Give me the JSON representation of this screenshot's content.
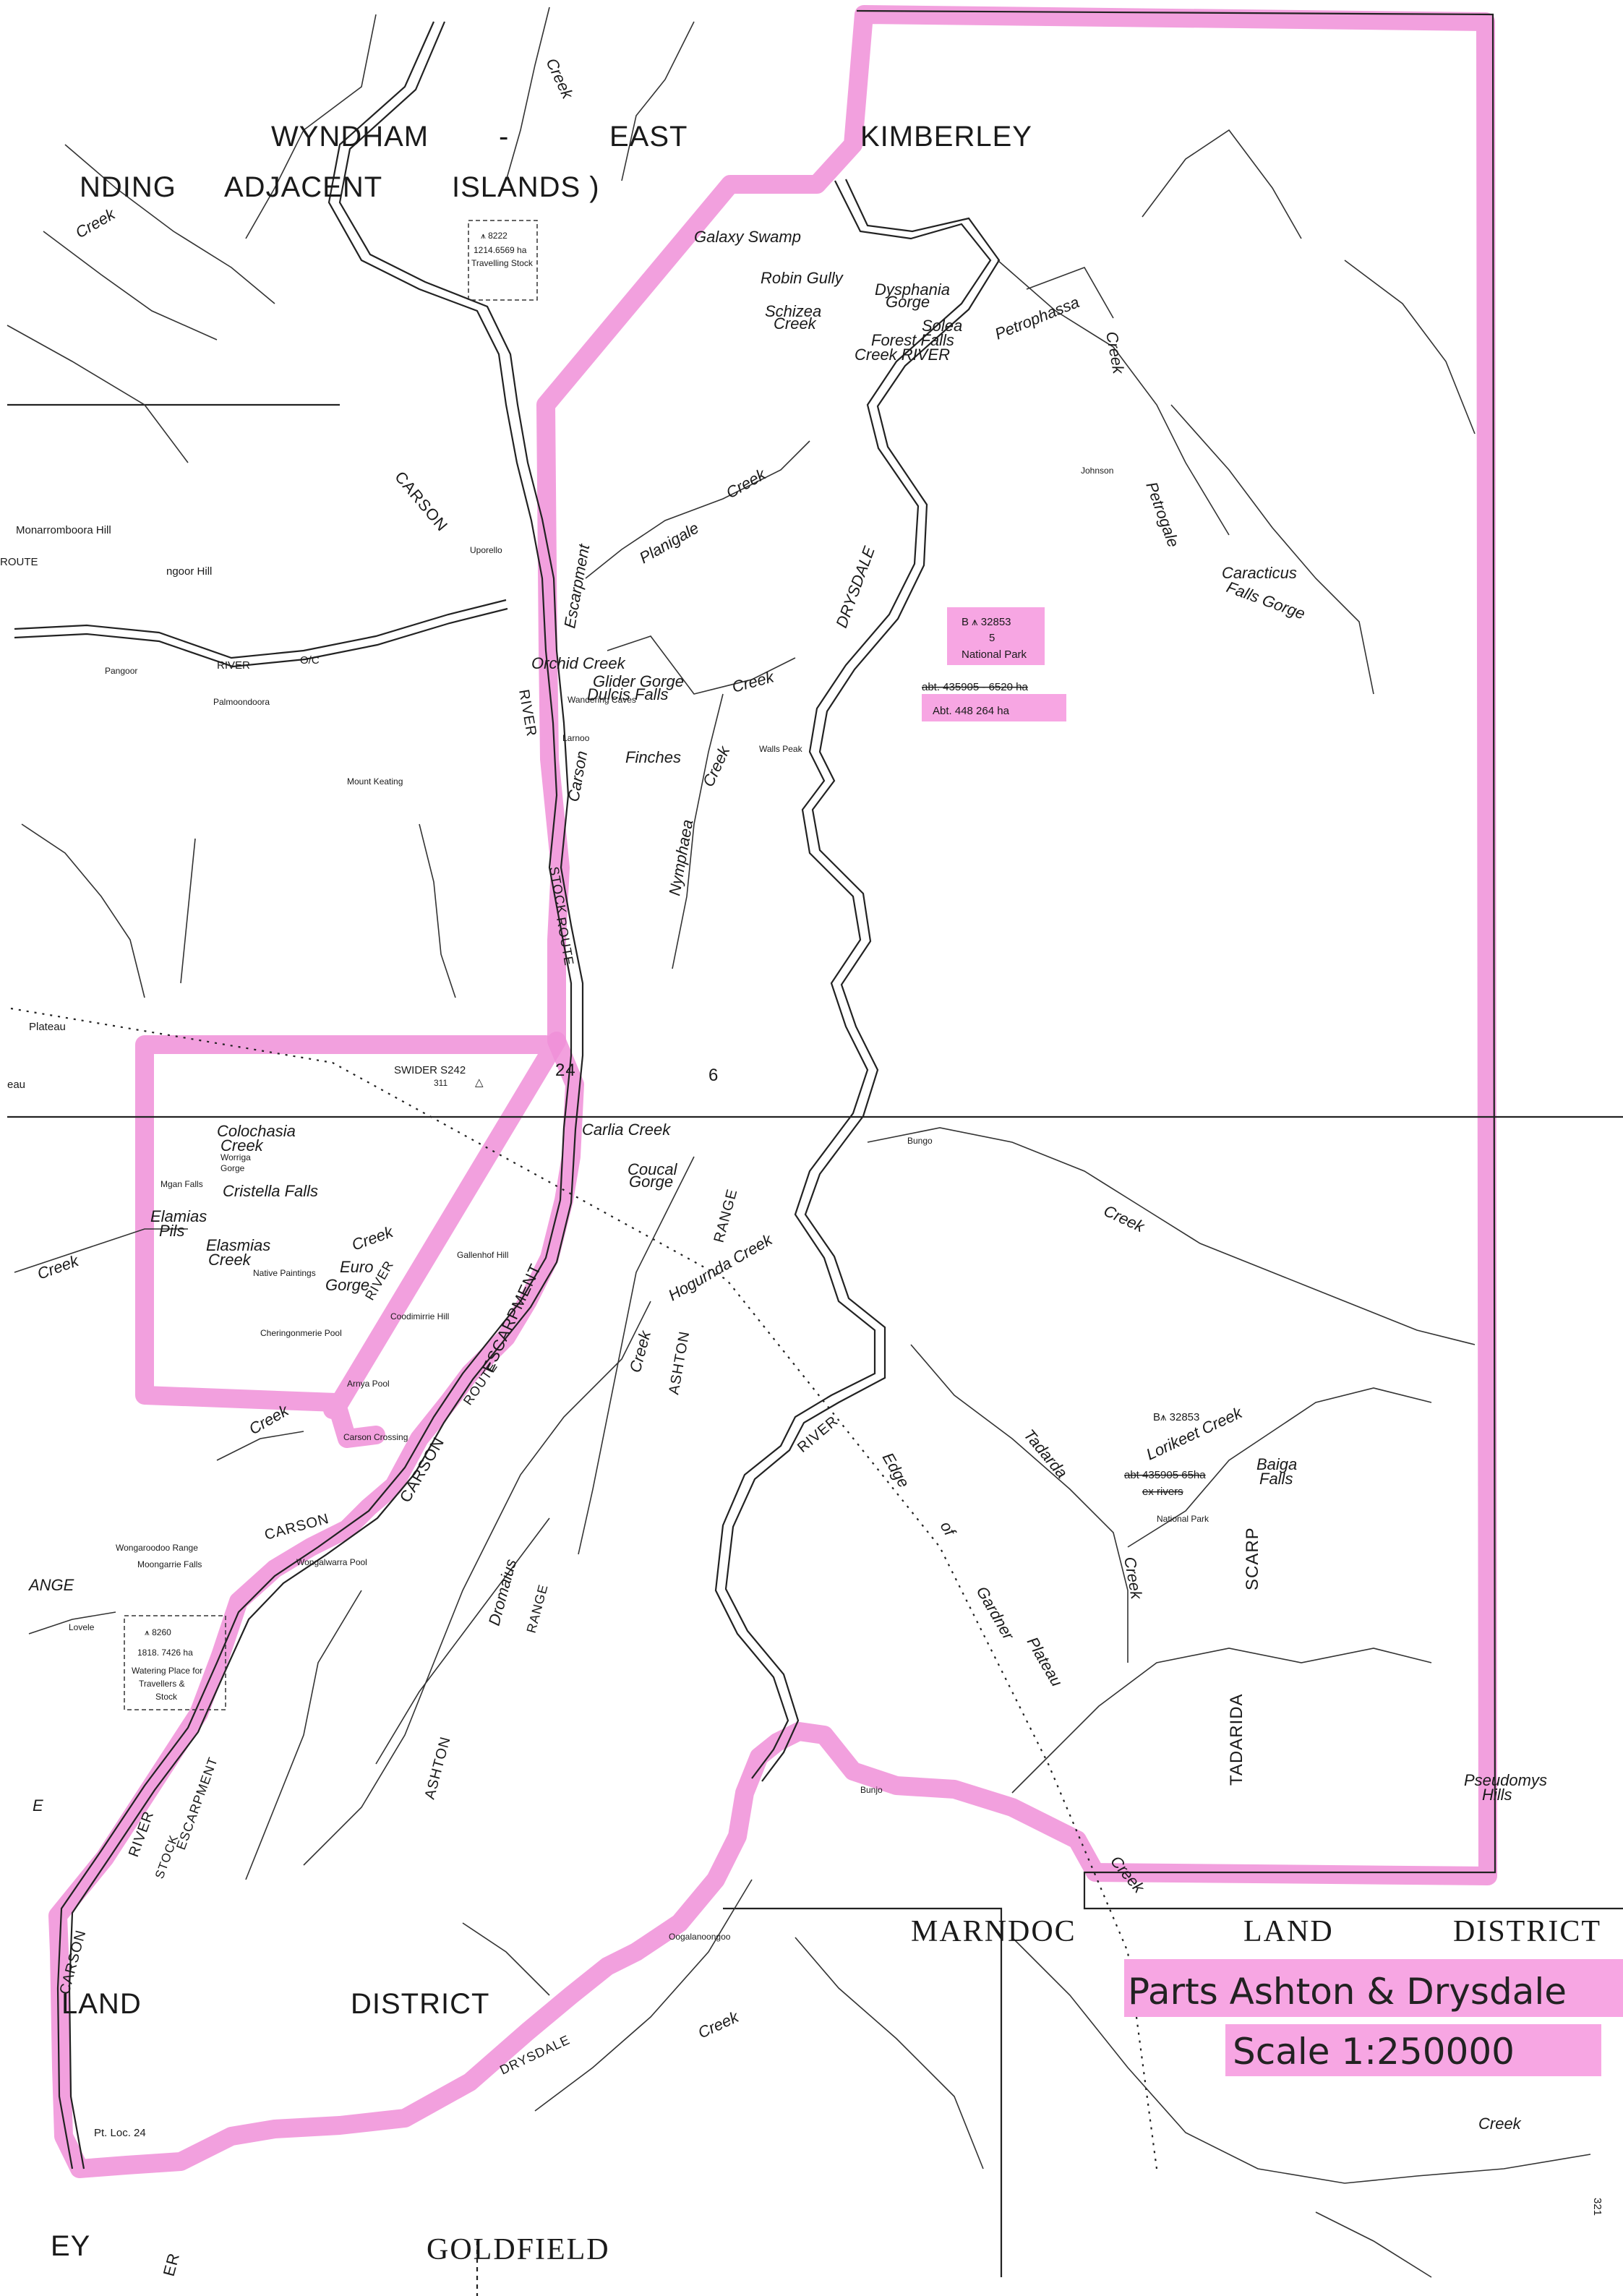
{
  "regions": {
    "wyndham": "WYNDHAM",
    "dash": "-",
    "east": "EAST",
    "kimberley": "KIMBERLEY",
    "nding": "NDING",
    "adjacent": "ADJACENT",
    "islands": "ISLANDS )",
    "marndoc": "MARNDOC",
    "land_right": "LAND",
    "district_right": "DISTRICT",
    "land_left": "LAND",
    "district_left": "DISTRICT",
    "ey": "EY",
    "goldfield": "GOLDFIELD",
    "ange": "ANGE",
    "e": "E",
    "eau": "eau",
    "plateau": "Plateau"
  },
  "reserves": {
    "r8222_id": "⩚ 8222",
    "r8222_area": "1214.6569 ha",
    "r8222_purpose": "Travelling Stock",
    "np_top_id": "B ⩚ 32853",
    "np_top_num": "5",
    "np_top_type": "National Park",
    "np_top_old": "abt. 435905 - 6520 ha",
    "np_top_new": "Abt. 448 264 ha",
    "np_bottom_id": "B⩚ 32853",
    "np_bottom_old1": "abt 435905 65ha",
    "np_bottom_old2": "ex rivers",
    "np_bottom_type": "National Park",
    "r8260_id": "⩚ 8260",
    "r8260_area": "1818. 7426 ha",
    "r8260_purpose1": "Watering Place for",
    "r8260_purpose2": "Travellers &",
    "r8260_purpose3": "Stock",
    "swider": "SWIDER S242",
    "swider_num": "311",
    "lot24": "24",
    "lot6": "6",
    "ptloc": "Pt. Loc. 24"
  },
  "features": {
    "galaxy_swamp": "Galaxy Swamp",
    "robin_gully": "Robin Gully",
    "dysphania1": "Dysphania",
    "dysphania2": "Gorge",
    "schizea1": "Schizea",
    "schizea2": "Creek",
    "solea": "Solea",
    "forest_falls": "Forest Falls",
    "creek_river": "Creek RIVER",
    "petrophassa": "Petrophassa",
    "creek_pet": "Creek",
    "carson_top": "CARSON",
    "uporello": "Uporello",
    "monarromboora": "Monarromboora Hill",
    "route_left": "ROUTE",
    "ngoor_hill": "ngoor Hill",
    "pangoor": "Pangoor",
    "river_left": "RIVER",
    "oc": "O/C",
    "palmoondoora": "Palmoondoora",
    "mount_keating": "Mount Keating",
    "planigale": "Planigale",
    "creek_plan": "Creek",
    "escarpment_top": "Escarpment",
    "drysdale_top": "DRYSDALE",
    "johnson": "Johnson",
    "petrogale": "Petrogale",
    "caracticus1": "Caracticus",
    "caracticus2": "Falls  Gorge",
    "orchid_creek": "Orchid Creek",
    "glider_gorge": "Glider Gorge",
    "dulcis_falls": "Dulcis Falls",
    "wandering_caves": "Wandering Caves",
    "larnoo": "Larnoo",
    "creek_finches": "Creek",
    "finches": "Finches",
    "walls_peak": "Walls Peak",
    "river_carson": "RIVER",
    "carson_mid": "Carson",
    "nymphaea": "Nymphaea",
    "creek_nym": "Creek",
    "stock": "STOCK",
    "route_mid": "ROUTE",
    "carlia": "Carlia Creek",
    "coucal1": "Coucal",
    "coucal2": "Gorge",
    "range_mid": "RANGE",
    "hogurnda": "Hogurnda Creek",
    "bungo": "Bungo",
    "creek_bungo": "Creek",
    "colochasia1": "Colochasia",
    "colochasia2": "Creek",
    "worriga1": "Worriga",
    "worriga2": "Gorge",
    "mgan_falls": "Mgan Falls",
    "cristella": "Cristella Falls",
    "elamias1": "Elamias",
    "elamias2": "Pils",
    "elasmias1": "Elasmias",
    "elasmias2": "Creek",
    "euro1": "Euro",
    "euro2": "Gorge",
    "native_paintings": "Native Paintings",
    "creek_euro": "Creek",
    "river_euro": "RIVER",
    "gallenhof": "Gallenhof Hill",
    "coodimirrie": "Coodimirrie Hill",
    "cheringonmerie": "Cheringonmerie Pool",
    "arnya": "Arnya Pool",
    "escarpment_mid": "ESCARPMENT",
    "ashton_mid": "ASHTON",
    "creek_ash": "Creek",
    "carson_crossing": "Carson Crossing",
    "route_low": "ROUTE",
    "carson_low": "CARSON",
    "river_drys": "RIVER",
    "edge_of": "Edge",
    "of": "of",
    "gardner": "Gardner",
    "plateau_low": "Plateau",
    "tadarda": "Tadarda",
    "lorikeet": "Lorikeet Creek",
    "baiga1": "Baiga",
    "baiga2": "Falls",
    "creek_tad": "Creek",
    "scarp": "SCARP",
    "tadarida": "TADARIDA",
    "wongaroodoo": "Wongaroodoo Range",
    "moongarrie": "Moongarrie Falls",
    "carson_sw": "CARSON",
    "wongalwarra": "Wongalwarra Pool",
    "dromaius": "Dromaius",
    "range_drom": "RANGE",
    "ashton_low": "ASHTON",
    "escarpment_low": "ESCARPMENT",
    "stock_low": "STOCK",
    "river_sw": "RIVER",
    "carson_far": "CARSON",
    "bunjo": "Bunjo",
    "creek_bunjo": "Creek",
    "pseudomys1": "Pseudomys",
    "pseudomys2": "Hills",
    "oogalanoongoo": "Oogalanoongoo",
    "drysdale_low": "DRYSDALE",
    "creek_low_right": "Creek",
    "creek_lowmid": "Creek",
    "creek_topleft": "Creek",
    "creek_top": "Creek",
    "lovele": "Lovele",
    "creek_left": "Creek",
    "creek_left2": "Creek",
    "ER": "ER"
  },
  "annotation": {
    "title": "Parts Ashton & Drysdale",
    "scale": "Scale 1:250000"
  },
  "side_note": "321"
}
